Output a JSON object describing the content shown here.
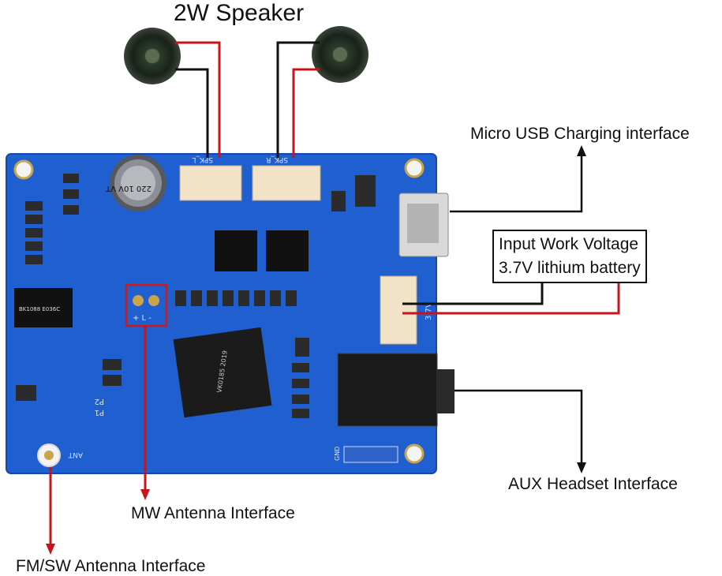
{
  "title": "2W Speaker",
  "labels": {
    "micro_usb": "Micro USB Charging interface",
    "input_voltage_line1": "Input Work Voltage",
    "input_voltage_line2": "3.7V lithium battery",
    "aux": "AUX Headset Interface",
    "mw": "MW Antenna Interface",
    "fm": "FM/SW Antenna Interface"
  },
  "board_silkscreen": {
    "spk_left": "SPK_L",
    "spk_right": "SPK_R",
    "cap": "220 10V VT",
    "ic_left": "BK1088 E036C",
    "mcu": "VK0185 2019",
    "ant": "ANT",
    "gnd": "GND",
    "p1": "P1",
    "p2": "P2",
    "batt": "3.7V",
    "mw_pol": "+  L  -"
  },
  "colors": {
    "board": "#1f5fd0",
    "wire_red": "#c8141a",
    "wire_black": "#111111",
    "highlight": "#d01818"
  }
}
